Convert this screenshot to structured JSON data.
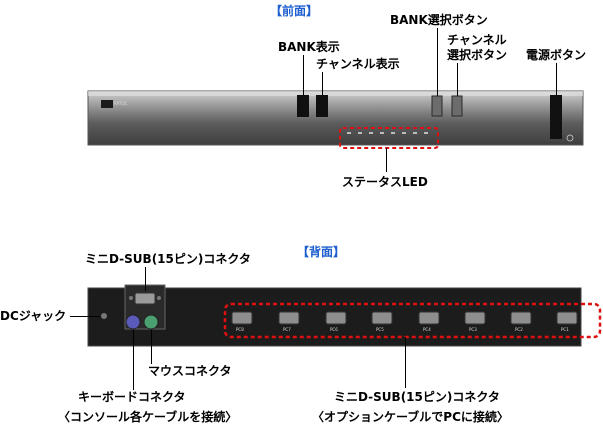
{
  "front": {
    "title": "【前面】",
    "labels": {
      "bank_display": "BANK表示",
      "channel_display": "チャンネル表示",
      "bank_select": "BANK選択ボタン",
      "channel_select_line1": "チャンネル",
      "channel_select_line2": "選択ボタン",
      "power_button": "電源ボタン",
      "status_led": "ステータスLED"
    },
    "led_count": 8,
    "colors": {
      "accent_dashed": "#e01010"
    }
  },
  "rear": {
    "title": "【背面】",
    "labels": {
      "console_connector": "ミニD-SUB(15ピン)コネクタ",
      "dc_jack": "DCジャック",
      "mouse_connector": "マウスコネクタ",
      "keyboard_connector": "キーボードコネクタ",
      "console_cables_note": "〈コンソール各ケーブルを接続〉",
      "pc_connectors": "ミニD-SUB(15ピン)コネクタ",
      "pc_cables_note": "〈オプションケーブルでPCに接続〉"
    },
    "ports": [
      "PC8",
      "PC7",
      "PC6",
      "PC5",
      "PC4",
      "PC3",
      "PC2",
      "PC1"
    ],
    "colors": {
      "accent_dashed": "#e01010"
    }
  }
}
